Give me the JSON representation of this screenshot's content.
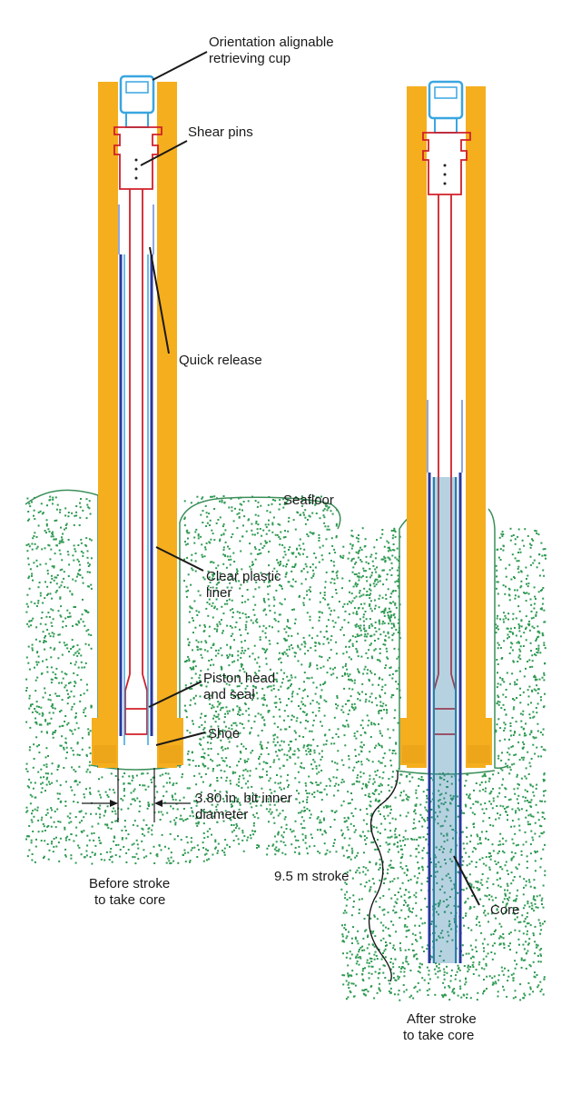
{
  "labels": {
    "retrieving_cup": "Orientation alignable retrieving cup",
    "retrieving_cup_line1": "Orientation alignable",
    "retrieving_cup_line2": "retrieving cup",
    "shear_pins": "Shear pins",
    "quick_release": "Quick release",
    "seafloor": "Seafloor",
    "liner_line1": "Clear plastic",
    "liner_line2": "liner",
    "piston_line1": "Piston head",
    "piston_line2": "and seal",
    "shoe": "Shoe",
    "bit_line1": "3.80 in. bit inner",
    "bit_line2": "diameter",
    "stroke": "9.5 m stroke",
    "core": "Core",
    "before_line1": "Before stroke",
    "before_line2": "to take core",
    "after_line1": "After stroke",
    "after_line2": "to take core"
  },
  "colors": {
    "drill_pipe": "#F5AE1E",
    "sediment": "#2E9A52",
    "sediment_outline": "#3B8F5A",
    "piston_rod": "#D0202A",
    "core_barrel": "#2838A0",
    "core": "#2F7FA8",
    "retrieving_cup": "#39A6E0",
    "leader": "#1a1a1a"
  }
}
